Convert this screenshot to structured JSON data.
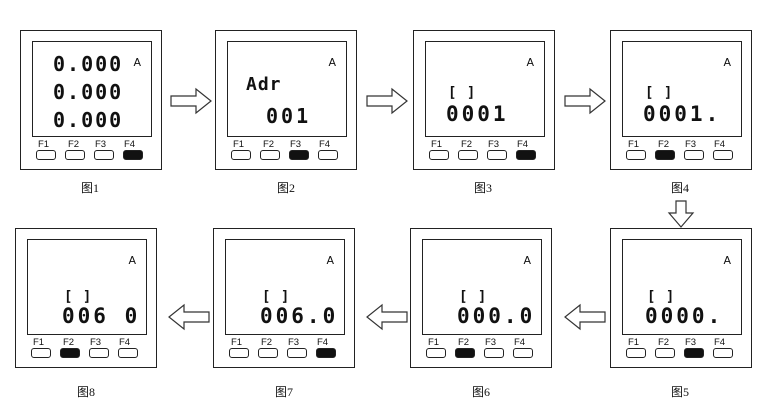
{
  "keys": [
    "F1",
    "F2",
    "F3",
    "F4"
  ],
  "panels": [
    {
      "caption": "图1",
      "unit": "A",
      "pressed": "F4",
      "lines": [
        "0.000",
        "0.000",
        "0.000"
      ]
    },
    {
      "caption": "图2",
      "unit": "A",
      "pressed": "F3",
      "lines": [
        "Adr",
        "001"
      ]
    },
    {
      "caption": "图3",
      "unit": "A",
      "pressed": "F4",
      "lines": [
        "[ ]",
        "0001"
      ]
    },
    {
      "caption": "图4",
      "unit": "A",
      "pressed": "F2",
      "lines": [
        "[ ]",
        "0001."
      ]
    },
    {
      "caption": "图5",
      "unit": "A",
      "pressed": "F3",
      "lines": [
        "[ ]",
        "0000."
      ]
    },
    {
      "caption": "图6",
      "unit": "A",
      "pressed": "F2",
      "lines": [
        "[ ]",
        "000.0"
      ]
    },
    {
      "caption": "图7",
      "unit": "A",
      "pressed": "F4",
      "lines": [
        "[ ]",
        "006.0"
      ]
    },
    {
      "caption": "图8",
      "unit": "A",
      "pressed": "F2",
      "lines": [
        "[ ]",
        "006 0"
      ]
    }
  ],
  "arrows": [
    {
      "from": "图1",
      "to": "图2",
      "direction": "right"
    },
    {
      "from": "图2",
      "to": "图3",
      "direction": "right"
    },
    {
      "from": "图3",
      "to": "图4",
      "direction": "right"
    },
    {
      "from": "图4",
      "to": "图5",
      "direction": "down"
    },
    {
      "from": "图5",
      "to": "图6",
      "direction": "left"
    },
    {
      "from": "图6",
      "to": "图7",
      "direction": "left"
    },
    {
      "from": "图7",
      "to": "图8",
      "direction": "left"
    }
  ]
}
